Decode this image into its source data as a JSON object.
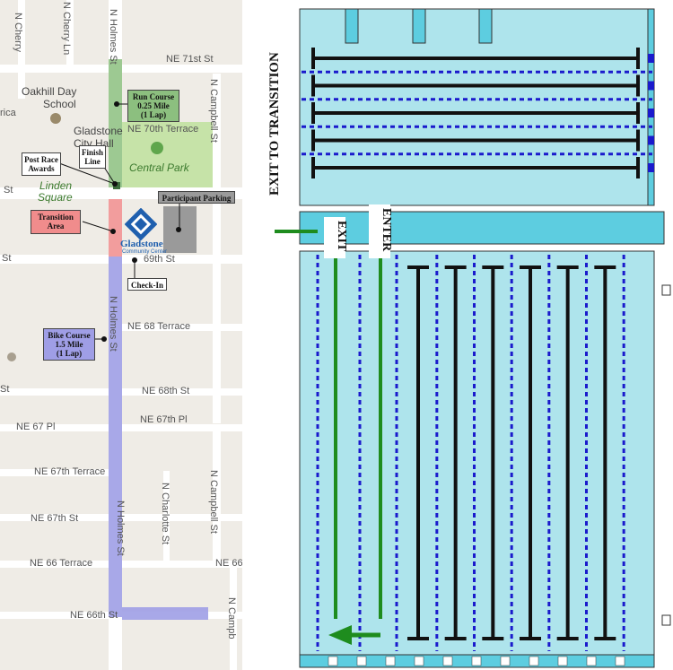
{
  "map": {
    "streets": [
      {
        "id": "ne-71st-st",
        "label": "NE 71st St"
      },
      {
        "id": "ne-70th-terrace",
        "label": "NE 70th Terrace"
      },
      {
        "id": "ne-69th-st",
        "label": "69th St"
      },
      {
        "id": "ne-68-terrace",
        "label": "NE 68 Terrace"
      },
      {
        "id": "ne-68th-st",
        "label": "NE 68th St"
      },
      {
        "id": "ne-67-pl",
        "label": "NE 67 Pl"
      },
      {
        "id": "ne-67th-pl",
        "label": "NE 67th Pl"
      },
      {
        "id": "ne-67th-terrace",
        "label": "NE 67th Terrace"
      },
      {
        "id": "ne-67th-st",
        "label": "NE 67th St"
      },
      {
        "id": "ne-66-terrace",
        "label": "NE 66 Terrace"
      },
      {
        "id": "ne-66",
        "label": "NE 66"
      },
      {
        "id": "ne-66th-st",
        "label": "NE 66th St"
      },
      {
        "id": "n-holmes-st-top",
        "label": "N Holmes St"
      },
      {
        "id": "n-holmes-st-mid",
        "label": "N Holmes St"
      },
      {
        "id": "n-holmes-st-low",
        "label": "N Holmes St"
      },
      {
        "id": "n-cherry",
        "label": "N Cherry"
      },
      {
        "id": "n-cherry-ln",
        "label": "N Cherry Ln"
      },
      {
        "id": "n-campbell-st-top",
        "label": "N Campbell St"
      },
      {
        "id": "n-campbell-st-low",
        "label": "N Campbell St"
      },
      {
        "id": "n-charlotte-st",
        "label": "N Charlotte St"
      },
      {
        "id": "n-campbell-cut",
        "label": "N Campb"
      },
      {
        "id": "st-left-1",
        "label": "St"
      },
      {
        "id": "st-left-2",
        "label": "St"
      },
      {
        "id": "st-left-3",
        "label": "St"
      },
      {
        "id": "rica",
        "label": "rica"
      }
    ],
    "places": {
      "school_line1": "Oakhill Day",
      "school_line2": "School",
      "cityhall_line1": "Gladstone",
      "cityhall_line2": "City Hall",
      "park": "Central Park",
      "square_line1": "Linden",
      "square_line2": "Square",
      "center_name": "Gladstone",
      "center_sub": "Community Center"
    },
    "callouts": {
      "run_course": [
        "Run Course",
        "0.25 Mile",
        "(1 Lap)"
      ],
      "post_race": [
        "Post Race",
        "Awards"
      ],
      "finish_line": [
        "Finish",
        "Line"
      ],
      "participant_parking": "Participant Parking",
      "transition_area": [
        "Transition",
        "Area"
      ],
      "check_in": "Check-In",
      "bike_course": [
        "Bike Course",
        "1.5 Mile",
        "(1 Lap)"
      ]
    },
    "colors": {
      "run": "#8cbf7f",
      "bike": "#9f9ee6",
      "transition": "#f08c8c",
      "parking": "#9a9a9a",
      "park": "#c6e3a8"
    }
  },
  "pool": {
    "exit_to_transition": "EXIT TO TRANSITION",
    "exit_label": "EXIT",
    "enter_label": "ENTER",
    "top_lanes": 5,
    "bottom_lanes": 8,
    "colors": {
      "water": "#aee4ec",
      "deck": "#5dcde0",
      "lane_line": "#111111",
      "buoy_line": "#1a1acc",
      "arrow": "#1e8c1e",
      "block": "#1a1acc"
    }
  }
}
